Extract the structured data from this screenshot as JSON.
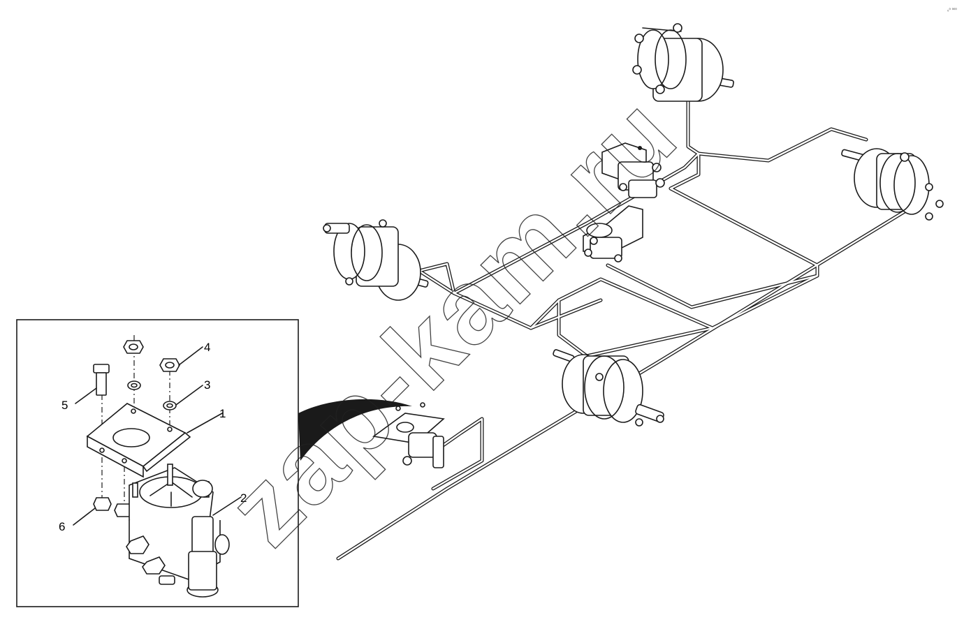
{
  "callouts": [
    {
      "label": "1"
    },
    {
      "label": "2"
    },
    {
      "label": "3"
    },
    {
      "label": "4"
    },
    {
      "label": "5"
    },
    {
      "label": "6"
    }
  ],
  "watermark": {
    "text": "zap-kam.ru"
  },
  "corner_mark": {
    "text": "₀⁰ ⁰⁰⁰"
  }
}
